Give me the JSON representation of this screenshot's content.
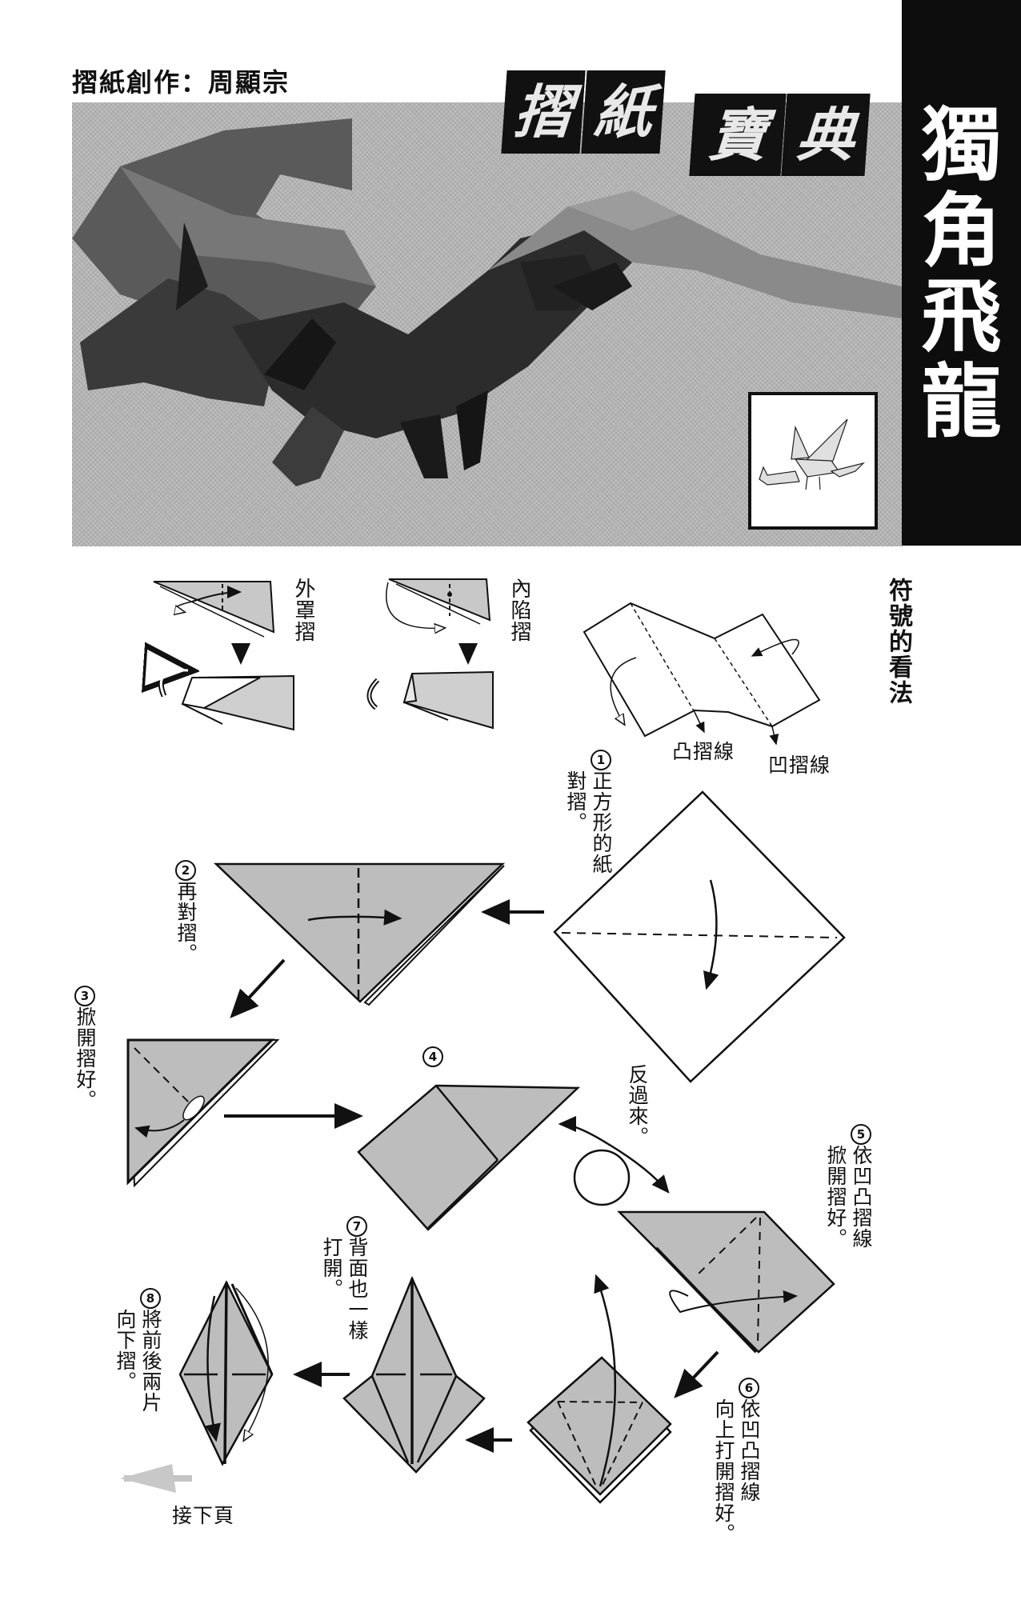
{
  "header": {
    "credit": "摺紙創作：周顯宗",
    "series_title": [
      "摺",
      "紙",
      "寶",
      "典"
    ],
    "model_title": "獨角飛龍"
  },
  "photo": {
    "subject": "origami-dragon-photo",
    "inset_subject": "dragon-line-drawing"
  },
  "legend": {
    "heading": "符號的看法",
    "outside_reverse_fold": "外罩摺",
    "inside_reverse_fold": "內陷摺",
    "mountain_fold_line": "凸摺線",
    "valley_fold_line": "凹摺線"
  },
  "steps": [
    {
      "number": "1",
      "text_main": "正方形的紙",
      "text_cont": "對摺。"
    },
    {
      "number": "2",
      "text_main": "再對摺",
      "text_cont": "。"
    },
    {
      "number": "3",
      "text_main": "掀開摺好",
      "text_cont": "。"
    },
    {
      "number": "4",
      "text_main": "",
      "text_cont": ""
    },
    {
      "number": "5",
      "text_main": "依凹凸摺線",
      "text_cont": "掀開摺好。"
    },
    {
      "number": "6",
      "text_main": "依凹凸摺線",
      "text_cont": "向上打開摺好。"
    },
    {
      "number": "7",
      "text_main": "背面也一樣",
      "text_cont": "打開。"
    },
    {
      "number": "8",
      "text_main": "將前後兩片",
      "text_cont": "向下摺。"
    }
  ],
  "turn_over": "反過來。",
  "continue_next_page": "接下頁",
  "colors": {
    "paper_gray": "#bdbdbd",
    "ink": "#111111",
    "band": "#0d0d0d",
    "photo_bg": "#b9b9b9"
  }
}
